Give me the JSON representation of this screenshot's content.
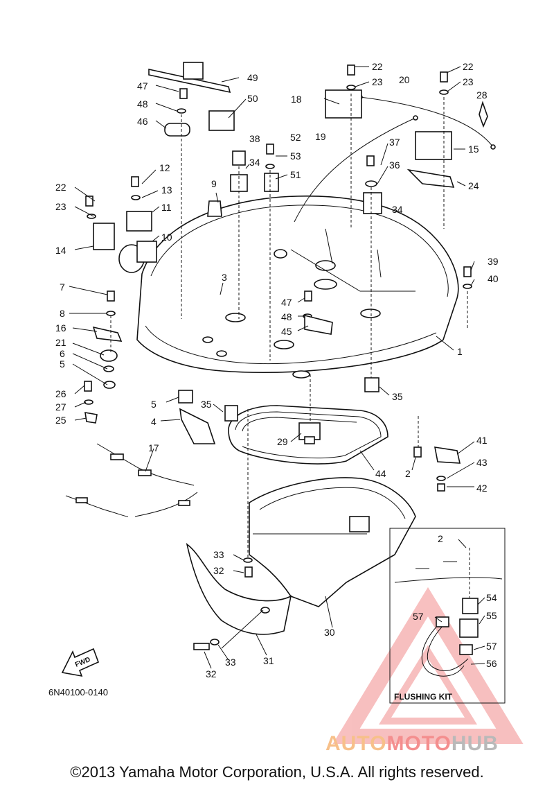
{
  "diagram": {
    "part_numbers": [
      "1",
      "2",
      "3",
      "4",
      "5",
      "6",
      "7",
      "8",
      "9",
      "10",
      "11",
      "12",
      "13",
      "14",
      "15",
      "16",
      "17",
      "18",
      "19",
      "20",
      "21",
      "22",
      "23",
      "24",
      "25",
      "26",
      "27",
      "28",
      "29",
      "30",
      "31",
      "32",
      "33",
      "34",
      "35",
      "36",
      "37",
      "38",
      "39",
      "40",
      "41",
      "42",
      "43",
      "44",
      "45",
      "46",
      "47",
      "48",
      "49",
      "50",
      "51",
      "52",
      "53",
      "54",
      "55",
      "56",
      "57"
    ],
    "inset_label": "FLUSHING KIT",
    "fwd_label": "FWD",
    "drawing_number": "6N40100-0140",
    "copyright": "©2013 Yamaha Motor Corporation, U.S.A. All rights reserved.",
    "watermark": {
      "part1": "AUTO",
      "part2": "MOTO",
      "part3": "HUB"
    },
    "colors": {
      "line": "#111111",
      "watermark_triangle": "#f28c8c",
      "watermark_auto": "#f7c08a",
      "watermark_hub": "#b9b9b9"
    }
  }
}
